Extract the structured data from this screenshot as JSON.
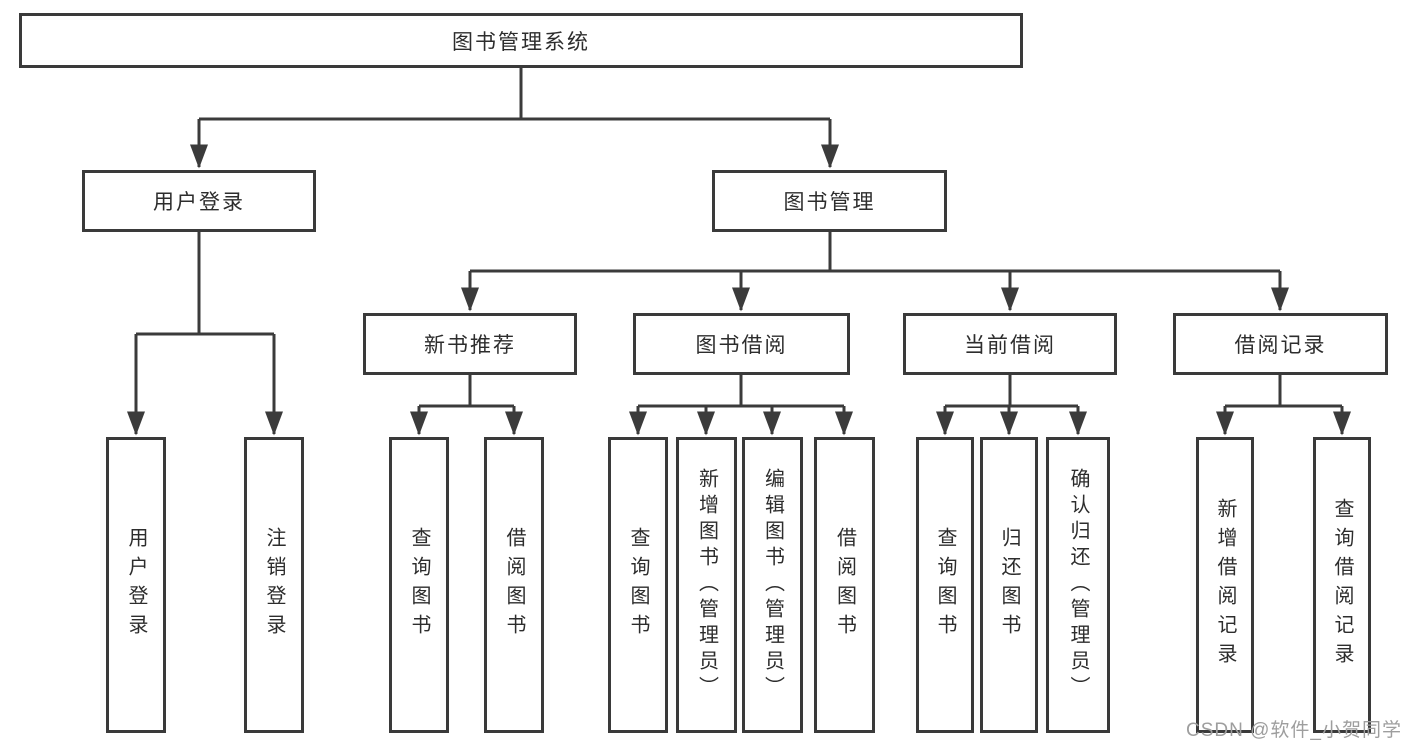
{
  "diagram": {
    "type": "hierarchy-tree",
    "orientation": "top-down",
    "colors": {
      "line": "#3b3b3b",
      "box_border": "#3a3a3a",
      "box_fill": "#ffffff",
      "text": "#2d2d2d",
      "watermark": "#9e9e9e",
      "background": "#ffffff"
    },
    "nodes": {
      "root": {
        "label": "图书管理系统"
      },
      "user_login": {
        "label": "用户登录"
      },
      "book_mgmt": {
        "label": "图书管理"
      },
      "new_book_rec": {
        "label": "新书推荐"
      },
      "book_borrow": {
        "label": "图书借阅"
      },
      "current_borrow": {
        "label": "当前借阅"
      },
      "borrow_records": {
        "label": "借阅记录"
      },
      "login": {
        "label": "用户登录"
      },
      "logout": {
        "label": "注销登录"
      },
      "rec_query": {
        "label": "查询图书"
      },
      "rec_borrow": {
        "label": "借阅图书"
      },
      "bb_query": {
        "label": "查询图书"
      },
      "bb_add": {
        "label": "新增图书（管理员）"
      },
      "bb_edit": {
        "label": "编辑图书（管理员）"
      },
      "bb_borrow": {
        "label": "借阅图书"
      },
      "cb_query": {
        "label": "查询图书"
      },
      "cb_return": {
        "label": "归还图书"
      },
      "cb_confirm": {
        "label": "确认归还（管理员）"
      },
      "br_add": {
        "label": "新增借阅记录"
      },
      "br_query": {
        "label": "查询借阅记录"
      }
    },
    "edges": [
      [
        "root",
        "user_login"
      ],
      [
        "root",
        "book_mgmt"
      ],
      [
        "user_login",
        "login"
      ],
      [
        "user_login",
        "logout"
      ],
      [
        "book_mgmt",
        "new_book_rec"
      ],
      [
        "book_mgmt",
        "book_borrow"
      ],
      [
        "book_mgmt",
        "current_borrow"
      ],
      [
        "book_mgmt",
        "borrow_records"
      ],
      [
        "new_book_rec",
        "rec_query"
      ],
      [
        "new_book_rec",
        "rec_borrow"
      ],
      [
        "book_borrow",
        "bb_query"
      ],
      [
        "book_borrow",
        "bb_add"
      ],
      [
        "book_borrow",
        "bb_edit"
      ],
      [
        "book_borrow",
        "bb_borrow"
      ],
      [
        "current_borrow",
        "cb_query"
      ],
      [
        "current_borrow",
        "cb_return"
      ],
      [
        "current_borrow",
        "cb_confirm"
      ],
      [
        "borrow_records",
        "br_add"
      ],
      [
        "borrow_records",
        "br_query"
      ]
    ]
  },
  "watermark": {
    "text": "CSDN @软件_小贺同学"
  }
}
